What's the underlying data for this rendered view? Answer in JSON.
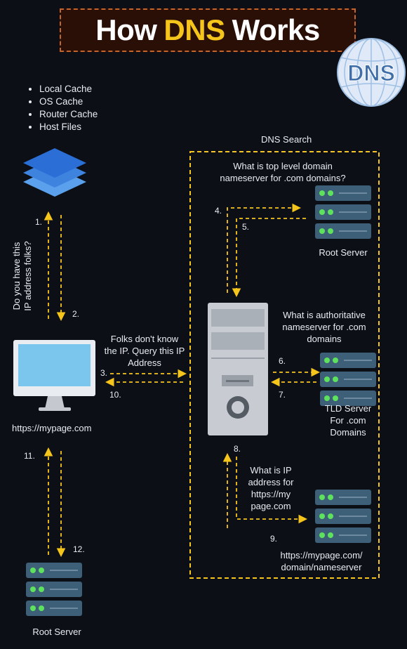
{
  "title": {
    "part1": "How",
    "highlight": "DNS",
    "part2": "Works"
  },
  "globe_label": "DNS",
  "local_sources": [
    "Local Cache",
    "OS Cache",
    "Router Cache",
    "Host Files"
  ],
  "dns_search_label": "DNS Search",
  "client": {
    "url": "https://mypage.com"
  },
  "questions": {
    "local": "Do you have this IP address folks?",
    "reply": [
      "Folks don't know",
      "the IP. Query this IP",
      "Address"
    ],
    "root": [
      "What is top level domain",
      "nameserver for .com domains?"
    ],
    "tld": [
      "What is authoritative",
      "nameserver for .com",
      "domains"
    ],
    "ip": [
      "What is IP",
      "address for",
      "https://my",
      "page.com"
    ]
  },
  "servers": {
    "root_server": "Root Server",
    "tld_server": [
      "TLD Server",
      "For .com",
      "Domains"
    ],
    "auth_server": [
      "https://mypage.com/",
      "domain/nameserver"
    ],
    "bottom_server": "Root Server"
  },
  "steps": [
    "1.",
    "2.",
    "3.",
    "4.",
    "5.",
    "6.",
    "7.",
    "8.",
    "9.",
    "10.",
    "11.",
    "12."
  ],
  "colors": {
    "accent": "#f5c51c",
    "server": "#3d5f77",
    "led": "#5ee25e",
    "monitor": "#7ac6ec"
  }
}
